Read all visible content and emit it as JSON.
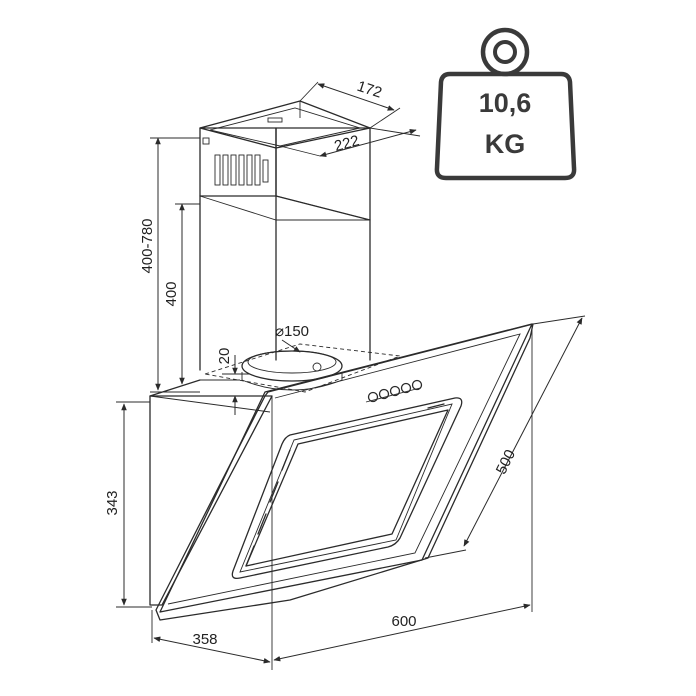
{
  "dimensions": {
    "chimney_depth": "172",
    "chimney_width": "222",
    "total_height": "400-780",
    "chimney_height": "400",
    "duct_diameter": "⌀150",
    "duct_offset": "20",
    "hood_height": "343",
    "hood_depth": "358",
    "hood_width": "600",
    "glass_length": "500"
  },
  "weight": {
    "value": "10,6",
    "unit": "KG",
    "icon": "weight-icon"
  },
  "colors": {
    "stroke": "#2b2b2b",
    "weight_icon": "#3a3a3a"
  }
}
